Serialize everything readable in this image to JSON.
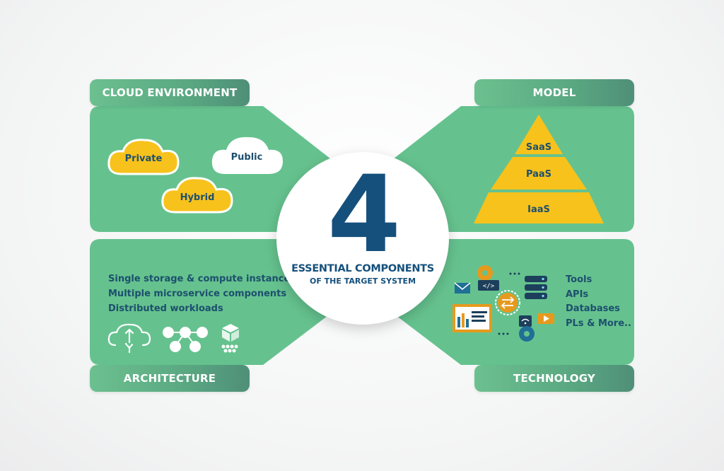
{
  "tabs": {
    "cloud_environment": "CLOUD ENVIRONMENT",
    "model": "MODEL",
    "architecture": "ARCHITECTURE",
    "technology": "TECHNOLOGY"
  },
  "cloud_environment": {
    "private": "Private",
    "public": "Public",
    "hybrid": "Hybrid"
  },
  "model": {
    "levels": [
      "SaaS",
      "PaaS",
      "IaaS"
    ]
  },
  "architecture": {
    "items": [
      "Single storage & compute instance",
      "Multiple microservice components",
      "Distributed workloads"
    ],
    "icons": [
      "cloud-transfer-icon",
      "microservice-nodes-icon",
      "distributed-box-icon"
    ]
  },
  "technology": {
    "items": [
      "Tools",
      "APIs",
      "Databases",
      "PLs & More.."
    ],
    "icons": [
      "gear-icon",
      "email-icon",
      "code-icon",
      "database-icon",
      "exchange-icon",
      "wifi-icon",
      "video-icon",
      "dashboard-icon"
    ]
  },
  "center": {
    "number": "4",
    "line1": "ESSENTIAL COMPONENTS",
    "line2": "OF THE TARGET SYSTEM"
  },
  "colors": {
    "panel_green": "#65c28e",
    "tab_green": "#5aa882",
    "navy": "#15507c",
    "yellow": "#f7c21b"
  }
}
